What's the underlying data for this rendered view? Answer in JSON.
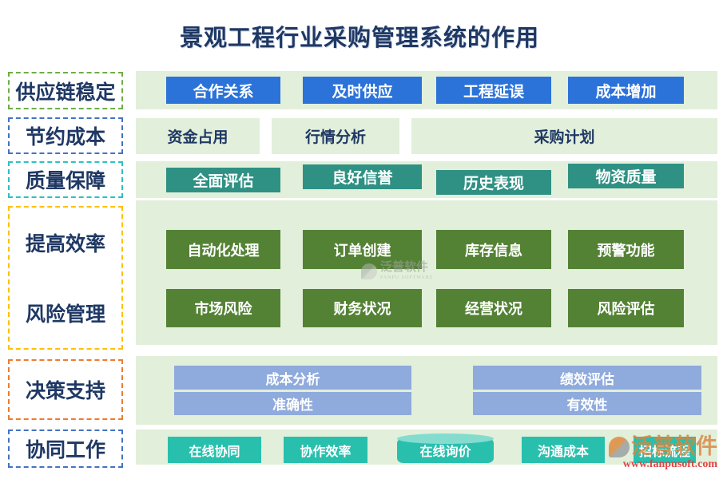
{
  "title": "景观工程行业采购管理系统的作用",
  "colors": {
    "navy_text": "#1f3864",
    "band_green": "#e2efda",
    "button_blue": "#2b72d9",
    "button_teal_dark": "#2e9183",
    "button_green": "#548235",
    "button_periwinkle": "#8faadc",
    "button_turquoise": "#29bfad",
    "dash_green": "#6fad47",
    "dash_blue": "#4472c4",
    "dash_teal": "#2ec0c0",
    "dash_yellow": "#ffc000",
    "dash_orange": "#ed7d31"
  },
  "left_labels": [
    {
      "text": "供应链稳定",
      "border": "green"
    },
    {
      "text": "节约成本",
      "border": "blue"
    },
    {
      "text": "质量保障",
      "border": "teal"
    },
    {
      "text": "提高效率",
      "border": "yellow"
    },
    {
      "text": "风险管理",
      "border": "yellow"
    },
    {
      "text": "决策支持",
      "border": "orange"
    },
    {
      "text": "协同工作",
      "border": "blue"
    }
  ],
  "rows": {
    "supply": {
      "items": [
        "合作关系",
        "及时供应",
        "工程延误",
        "成本增加"
      ]
    },
    "cost": {
      "items": [
        "资金占用",
        "行情分析",
        "采购计划"
      ]
    },
    "quality": {
      "items": [
        "全面评估",
        "良好信誉",
        "历史表现",
        "物资质量"
      ]
    },
    "efficiency": {
      "items": [
        "自动化处理",
        "订单创建",
        "库存信息",
        "预警功能"
      ]
    },
    "risk": {
      "items": [
        "市场风险",
        "财务状况",
        "经营状况",
        "风险评估"
      ]
    },
    "decision": {
      "top": [
        "成本分析",
        "绩效评估"
      ],
      "bottom": [
        "准确性",
        "有效性"
      ]
    },
    "collaboration": {
      "items": [
        "在线协同",
        "协作效率",
        "在线询价",
        "沟通成本",
        "招标流程"
      ]
    }
  },
  "watermarks": {
    "center": {
      "brand": "泛普软件",
      "subtitle": "FANPU SOFTWARE"
    },
    "corner": {
      "brand": "泛普软件",
      "url": "www.fanpusoft.com"
    }
  }
}
